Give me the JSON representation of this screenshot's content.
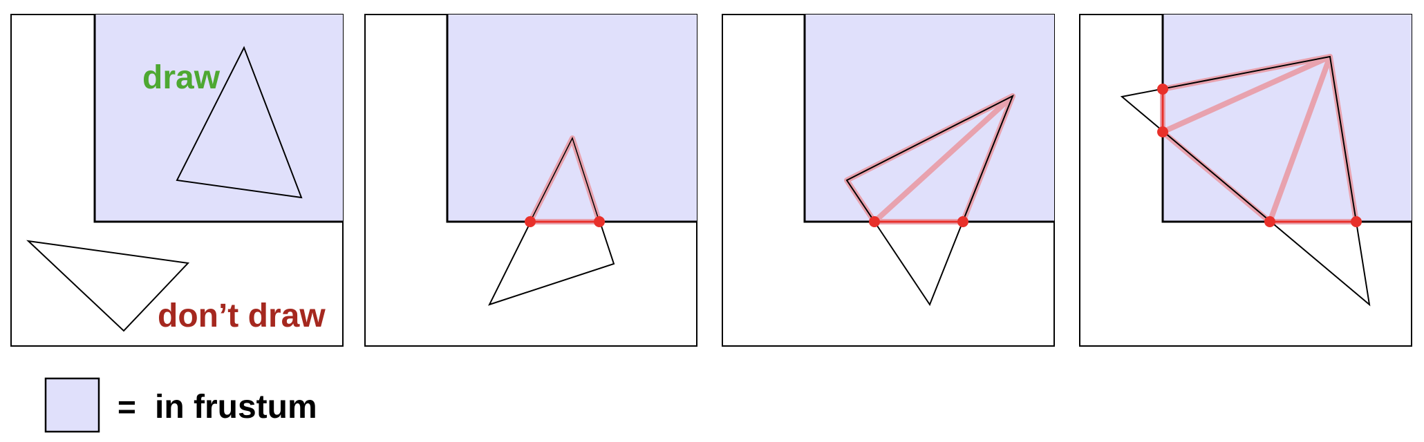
{
  "colors": {
    "frustum_fill": "#e0e0fb",
    "draw_label": "#4ea832",
    "dont_draw_label": "#a5281f",
    "clip_edge": "#e8a2ae",
    "clip_point": "#e8302a",
    "outline": "#000000"
  },
  "panels": [
    {
      "name": "panel-trivial-accept-reject",
      "labels": {
        "draw": "draw",
        "dont_draw": "don’t draw"
      }
    },
    {
      "name": "panel-clip-one-triangle"
    },
    {
      "name": "panel-clip-two-triangles"
    },
    {
      "name": "panel-clip-three-triangles"
    }
  ],
  "legend": {
    "equals": "=",
    "text": "in frustum"
  }
}
